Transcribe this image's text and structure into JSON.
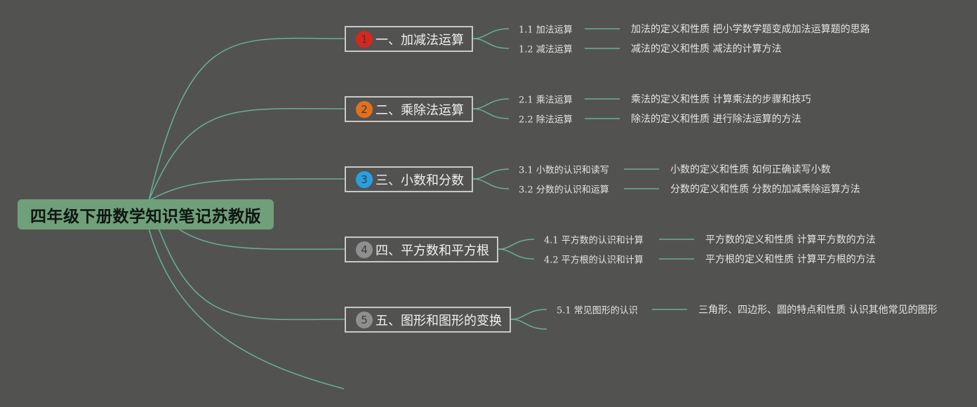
{
  "root": {
    "label": "四年级下册数学知识笔记苏教版"
  },
  "colors": {
    "line": "#6cae96",
    "root_bg": "#6fa07a",
    "canvas": "#525350",
    "topic_border": "#c8c8c8"
  },
  "topics": [
    {
      "number": "1",
      "badge_color": "#d7261e",
      "label": "一、加减法运算",
      "children": [
        {
          "label": "1.1 加法运算",
          "detail": "加法的定义和性质 把小学数学题变成加法运算题的思路"
        },
        {
          "label": "1.2 减法运算",
          "detail": "减法的定义和性质 减法的计算方法"
        }
      ]
    },
    {
      "number": "2",
      "badge_color": "#e2701e",
      "label": "二、乘除法运算",
      "children": [
        {
          "label": "2.1 乘法运算",
          "detail": "乘法的定义和性质 计算乘法的步骤和技巧"
        },
        {
          "label": "2.2 除法运算",
          "detail": "除法的定义和性质 进行除法运算的方法"
        }
      ]
    },
    {
      "number": "3",
      "badge_color": "#2a9fe0",
      "label": "三、小数和分数",
      "children": [
        {
          "label": "3.1 小数的认识和读写",
          "detail": "小数的定义和性质 如何正确读写小数"
        },
        {
          "label": "3.2 分数的认识和运算",
          "detail": "分数的定义和性质 分数的加减乘除运算方法"
        }
      ]
    },
    {
      "number": "4",
      "badge_color": "#8f8f8f",
      "label": "四、平方数和平方根",
      "children": [
        {
          "label": "4.1 平方数的认识和计算",
          "detail": "平方数的定义和性质 计算平方数的方法"
        },
        {
          "label": "4.2 平方根的认识和计算",
          "detail": "平方根的定义和性质 计算平方根的方法"
        }
      ]
    },
    {
      "number": "5",
      "badge_color": "#8f8f8f",
      "label": "五、图形和图形的变换",
      "children": [
        {
          "label": "5.1 常见图形的认识",
          "detail": "三角形、四边形、圆的特点和性质 认识其他常见的图形"
        },
        {
          "label": "",
          "detail": ""
        }
      ]
    }
  ]
}
